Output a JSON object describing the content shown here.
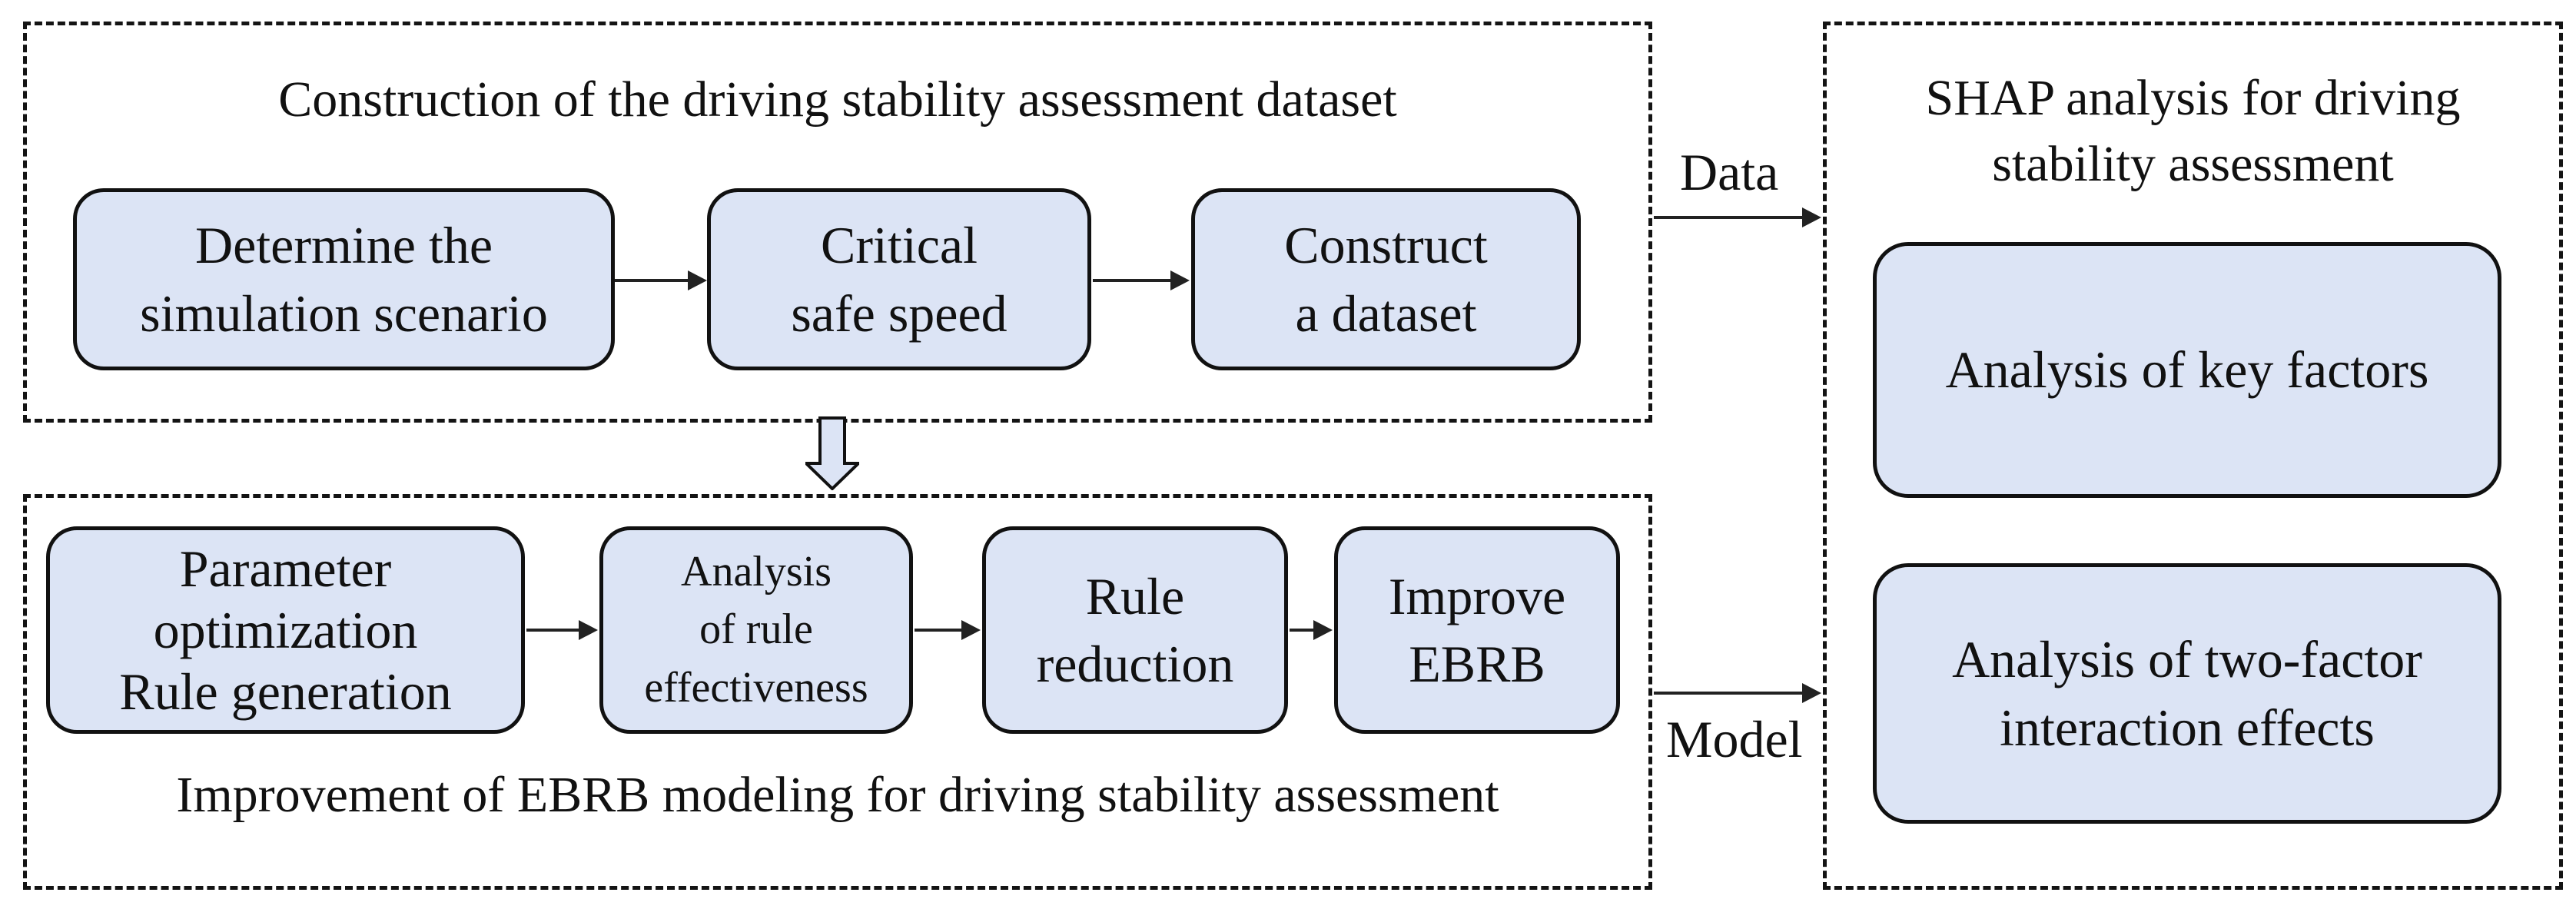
{
  "colors": {
    "background": "#ffffff",
    "node_fill": "#dce4f5",
    "node_border": "#111111",
    "panel_border": "#141414",
    "arrow": "#222222",
    "text": "#111111"
  },
  "top_panel": {
    "title": "Construction of the driving stability assessment dataset",
    "nodes": [
      {
        "lines": [
          "Determine the",
          "simulation scenario"
        ]
      },
      {
        "lines": [
          "Critical",
          "safe speed"
        ]
      },
      {
        "lines": [
          "Construct",
          "a dataset"
        ]
      }
    ]
  },
  "bottom_panel": {
    "title": "Improvement of EBRB modeling for driving stability assessment",
    "nodes": [
      {
        "lines": [
          "Parameter",
          "optimization",
          "Rule generation"
        ]
      },
      {
        "lines": [
          "Analysis",
          "of rule",
          "effectiveness"
        ]
      },
      {
        "lines": [
          "Rule",
          "reduction"
        ]
      },
      {
        "lines": [
          "Improve",
          "EBRB"
        ]
      }
    ]
  },
  "right_panel": {
    "title_lines": [
      "SHAP analysis for driving",
      "stability assessment"
    ],
    "nodes": [
      {
        "lines": [
          "Analysis of key factors"
        ]
      },
      {
        "lines": [
          "Analysis of two-factor",
          "interaction effects"
        ]
      }
    ]
  },
  "connectors": {
    "data_label": "Data",
    "model_label": "Model"
  }
}
